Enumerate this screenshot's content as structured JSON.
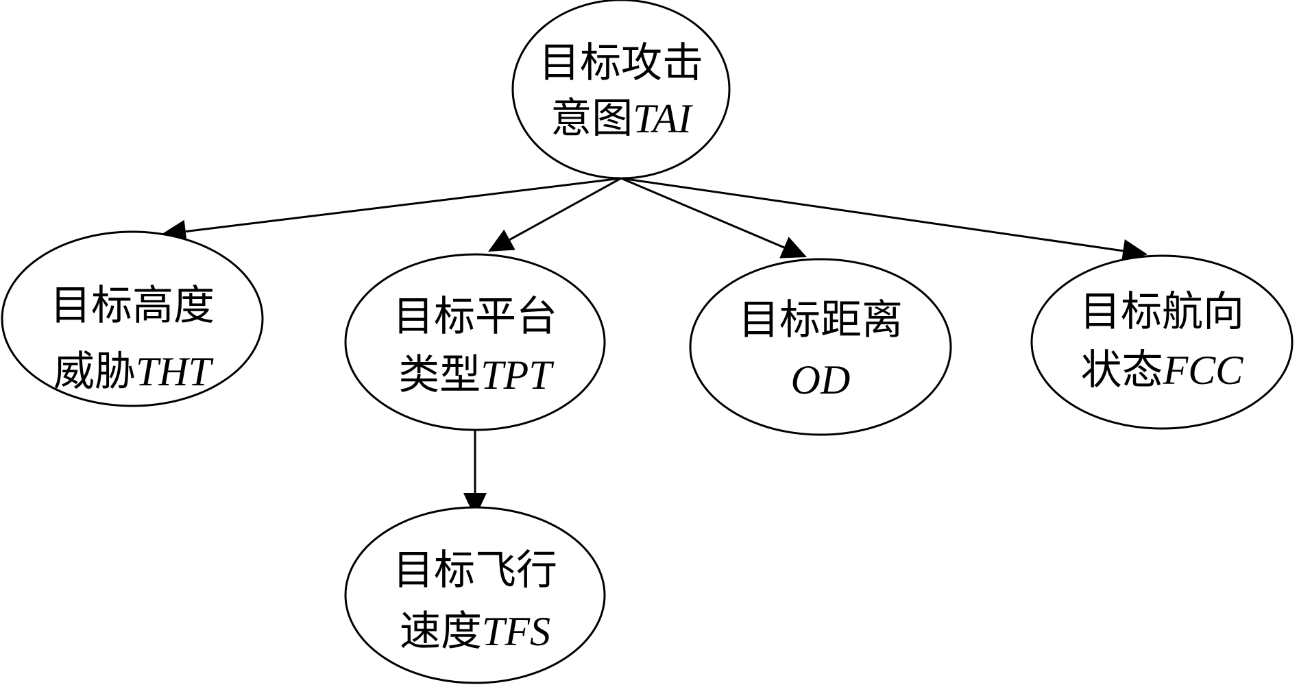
{
  "nodes": [
    {
      "id": "tai",
      "name": "node-tai",
      "line1": "目标攻击",
      "line2_cn": "意图",
      "line2_en": "TAI"
    },
    {
      "id": "tht",
      "name": "node-tht",
      "line1": "目标高度",
      "line2_cn": "威胁",
      "line2_en": "THT"
    },
    {
      "id": "tpt",
      "name": "node-tpt",
      "line1": "目标平台",
      "line2_cn": "类型",
      "line2_en": "TPT"
    },
    {
      "id": "od",
      "name": "node-od",
      "line1": "目标距离",
      "line2_cn": "",
      "line2_en": "OD"
    },
    {
      "id": "fcc",
      "name": "node-fcc",
      "line1": "目标航向",
      "line2_cn": "状态",
      "line2_en": "FCC"
    },
    {
      "id": "tfs",
      "name": "node-tfs",
      "line1": "目标飞行",
      "line2_cn": "速度",
      "line2_en": "TFS"
    }
  ],
  "edges": [
    {
      "from": "tai",
      "to": "tht"
    },
    {
      "from": "tai",
      "to": "tpt"
    },
    {
      "from": "tai",
      "to": "od"
    },
    {
      "from": "tai",
      "to": "fcc"
    },
    {
      "from": "tpt",
      "to": "tfs"
    }
  ],
  "colors": {
    "stroke": "#000000",
    "fill": "#ffffff",
    "text": "#000000"
  }
}
